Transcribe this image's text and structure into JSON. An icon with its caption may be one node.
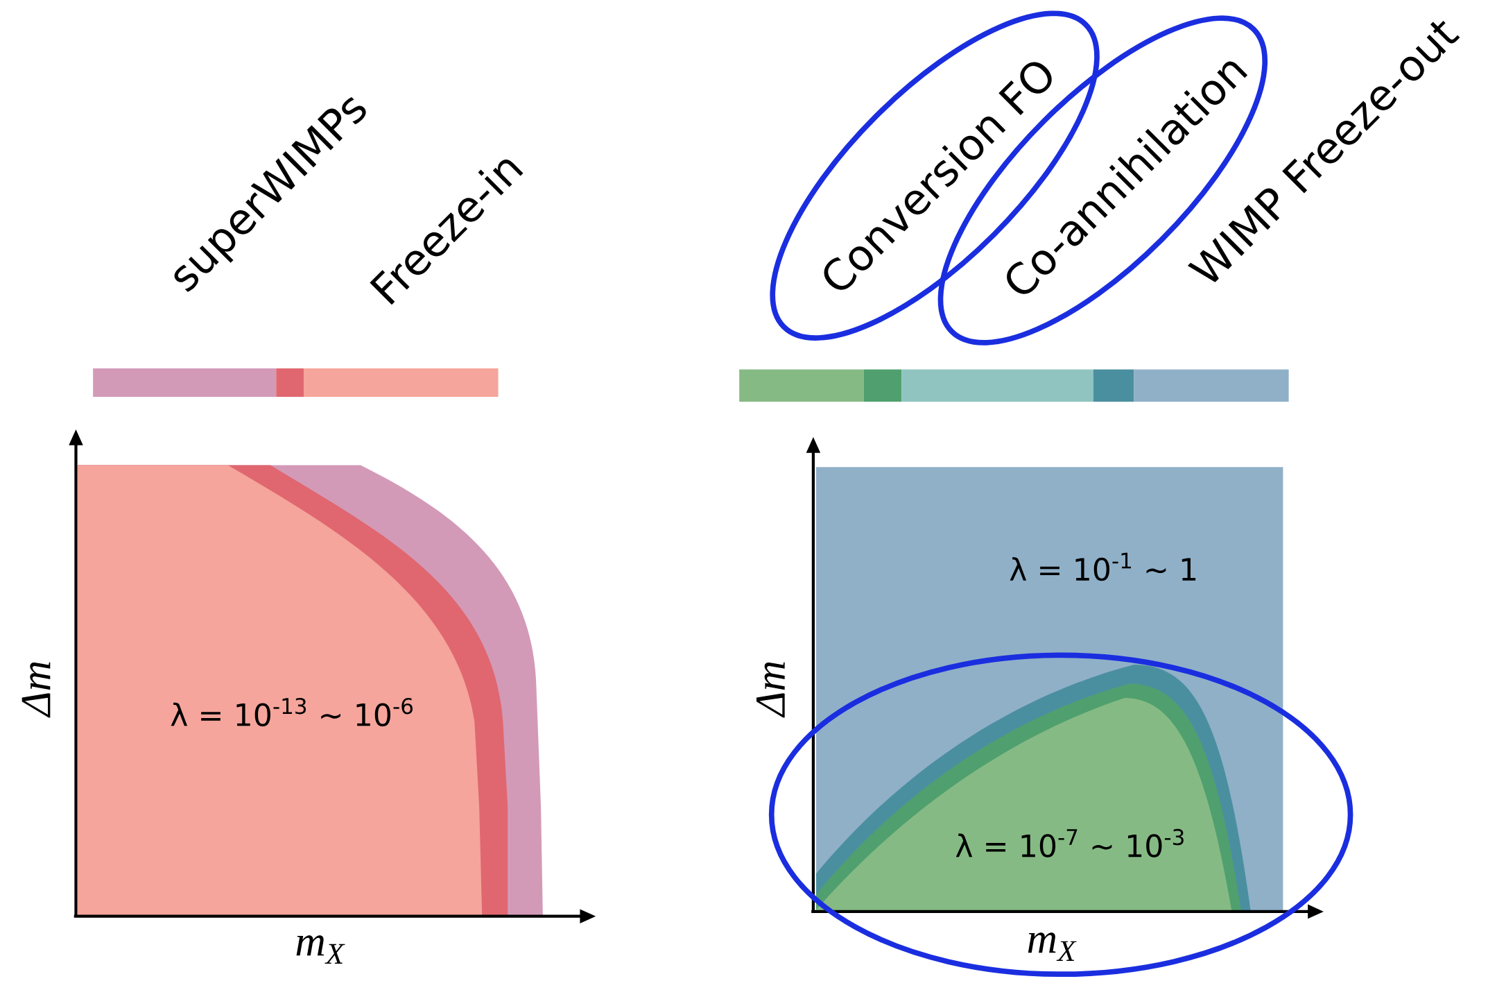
{
  "diagram": {
    "labels": [
      "superWIMPs",
      "Freeze-in",
      "Conversion FO",
      "Co-annihilation",
      "WIMP Freeze-out",
      "λ = 10$^{-13}$ ~ 10$^{-6}$",
      "Δm",
      "m$_{X}$",
      "λ = 10$^{-1}$ ~ 1",
      "Δm",
      "λ = 10$^{-7}$ ~ 10$^{-3}$",
      "m$_{X}$"
    ]
  }
}
